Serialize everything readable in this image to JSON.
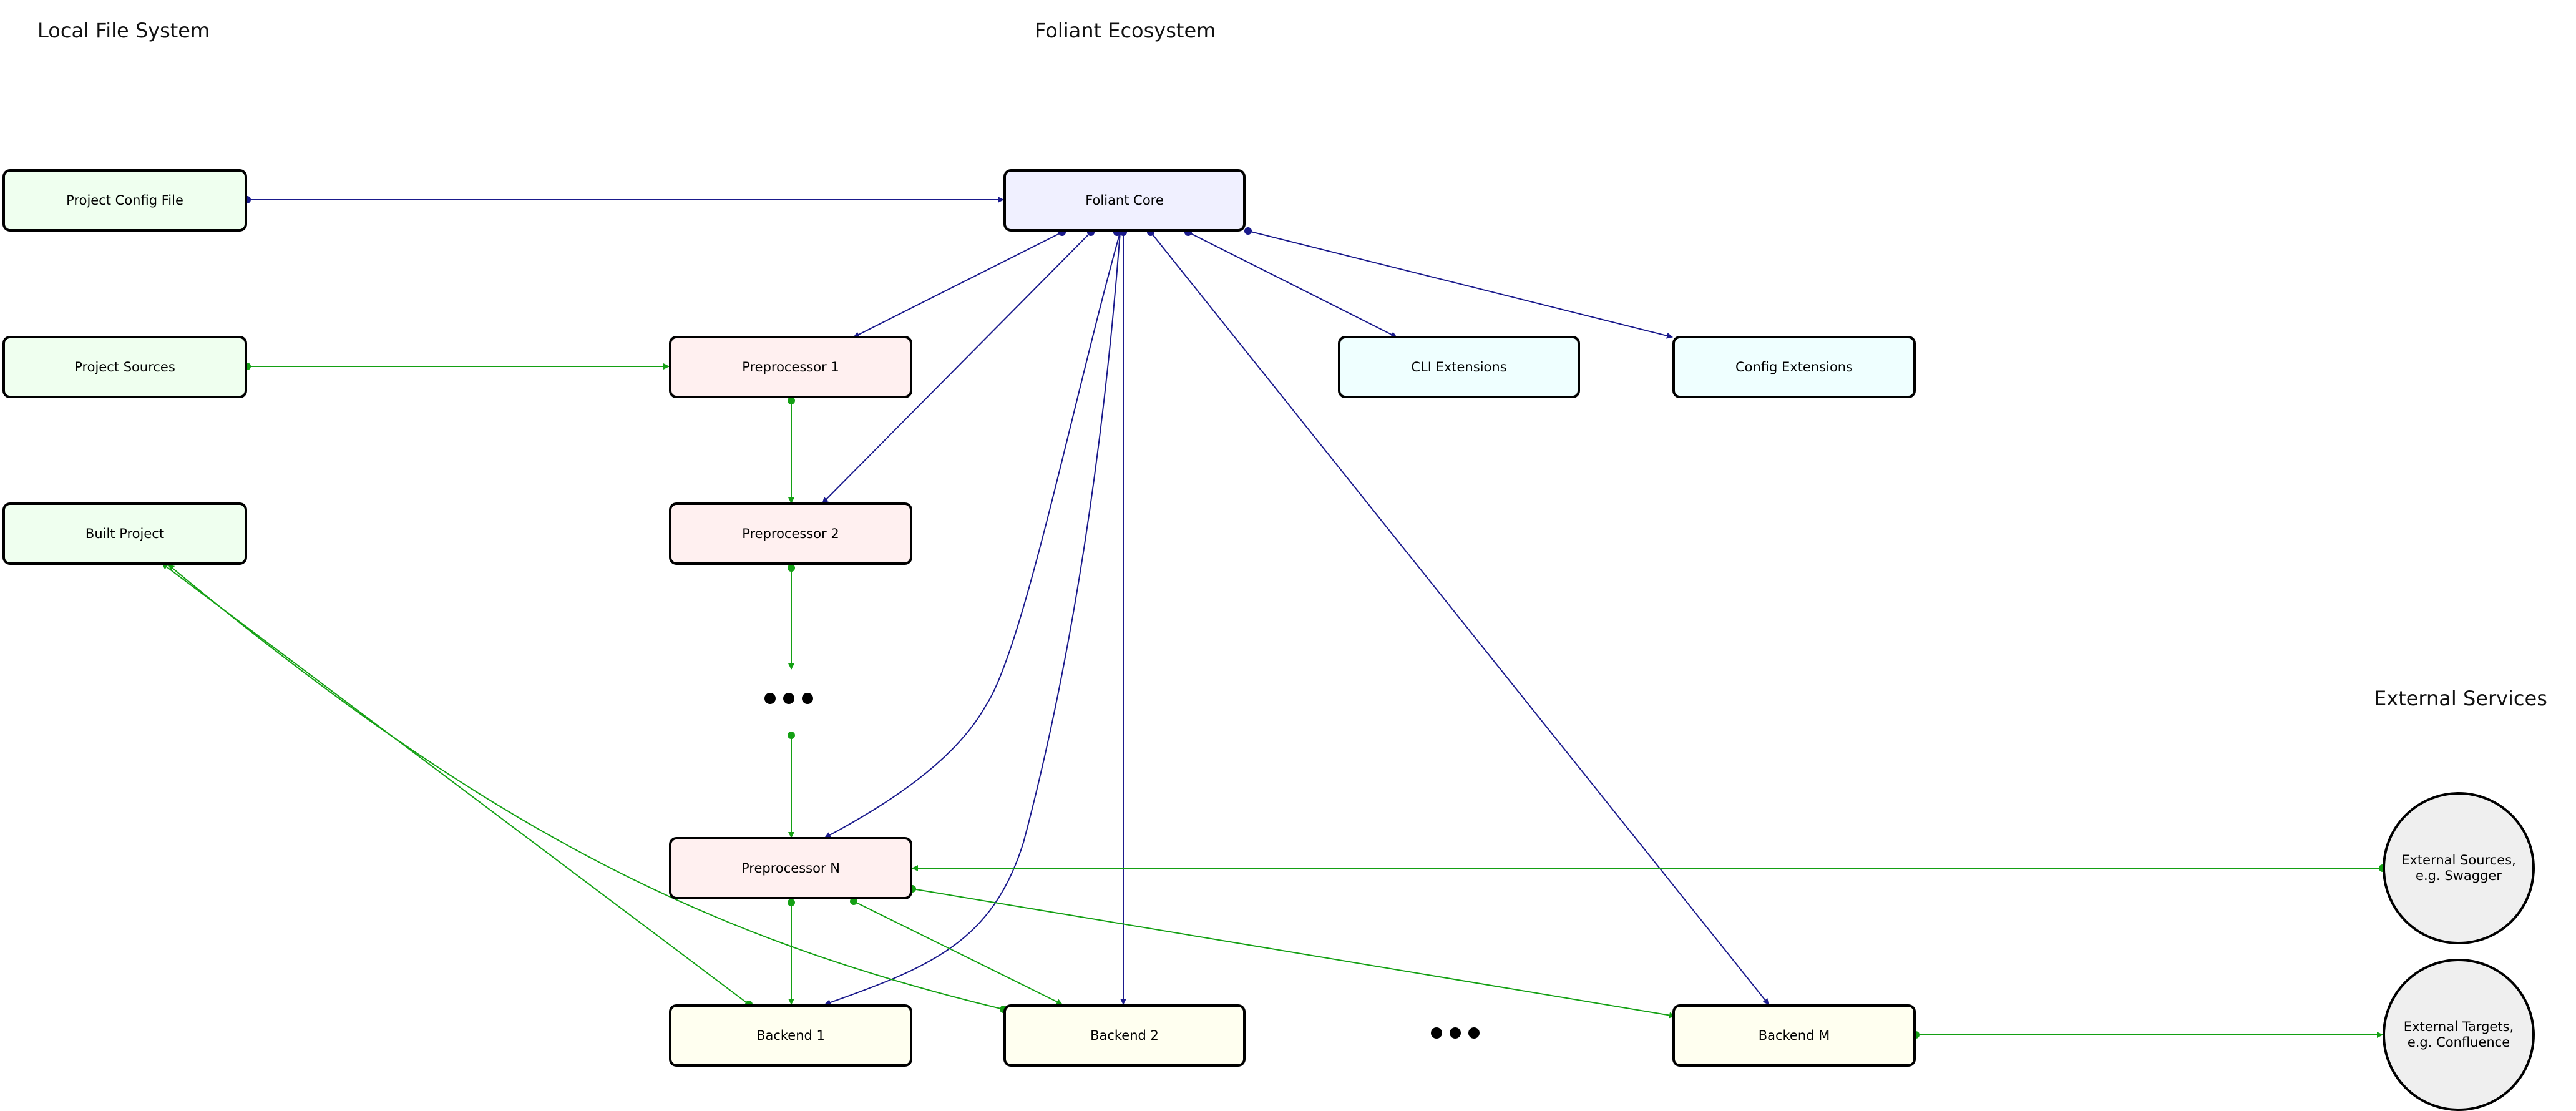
{
  "colors": {
    "core_link": "#1a1a8c",
    "data_flow": "#14a014",
    "local_fill": "#efffef",
    "core_fill": "#f0f0ff",
    "preprocessor_fill": "#fff0f0",
    "extension_fill": "#efffff",
    "backend_fill": "#fffff0",
    "external_fill": "#efefef"
  },
  "sections": {
    "local": "Local File System",
    "ecosystem": "Foliant Ecosystem",
    "external": "External Services"
  },
  "nodes": {
    "config_file": "Project Config File",
    "sources": "Project Sources",
    "built": "Built Project",
    "core": "Foliant Core",
    "pre1": "Preprocessor 1",
    "pre2": "Preprocessor 2",
    "preN": "Preprocessor N",
    "cli_ext": "CLI Extensions",
    "config_ext": "Config Extensions",
    "backend1": "Backend 1",
    "backend2": "Backend 2",
    "backendM": "Backend M",
    "ext_sources": "External Sources,\ne.g. Swagger",
    "ext_targets": "External Targets,\ne.g. Confluence"
  }
}
